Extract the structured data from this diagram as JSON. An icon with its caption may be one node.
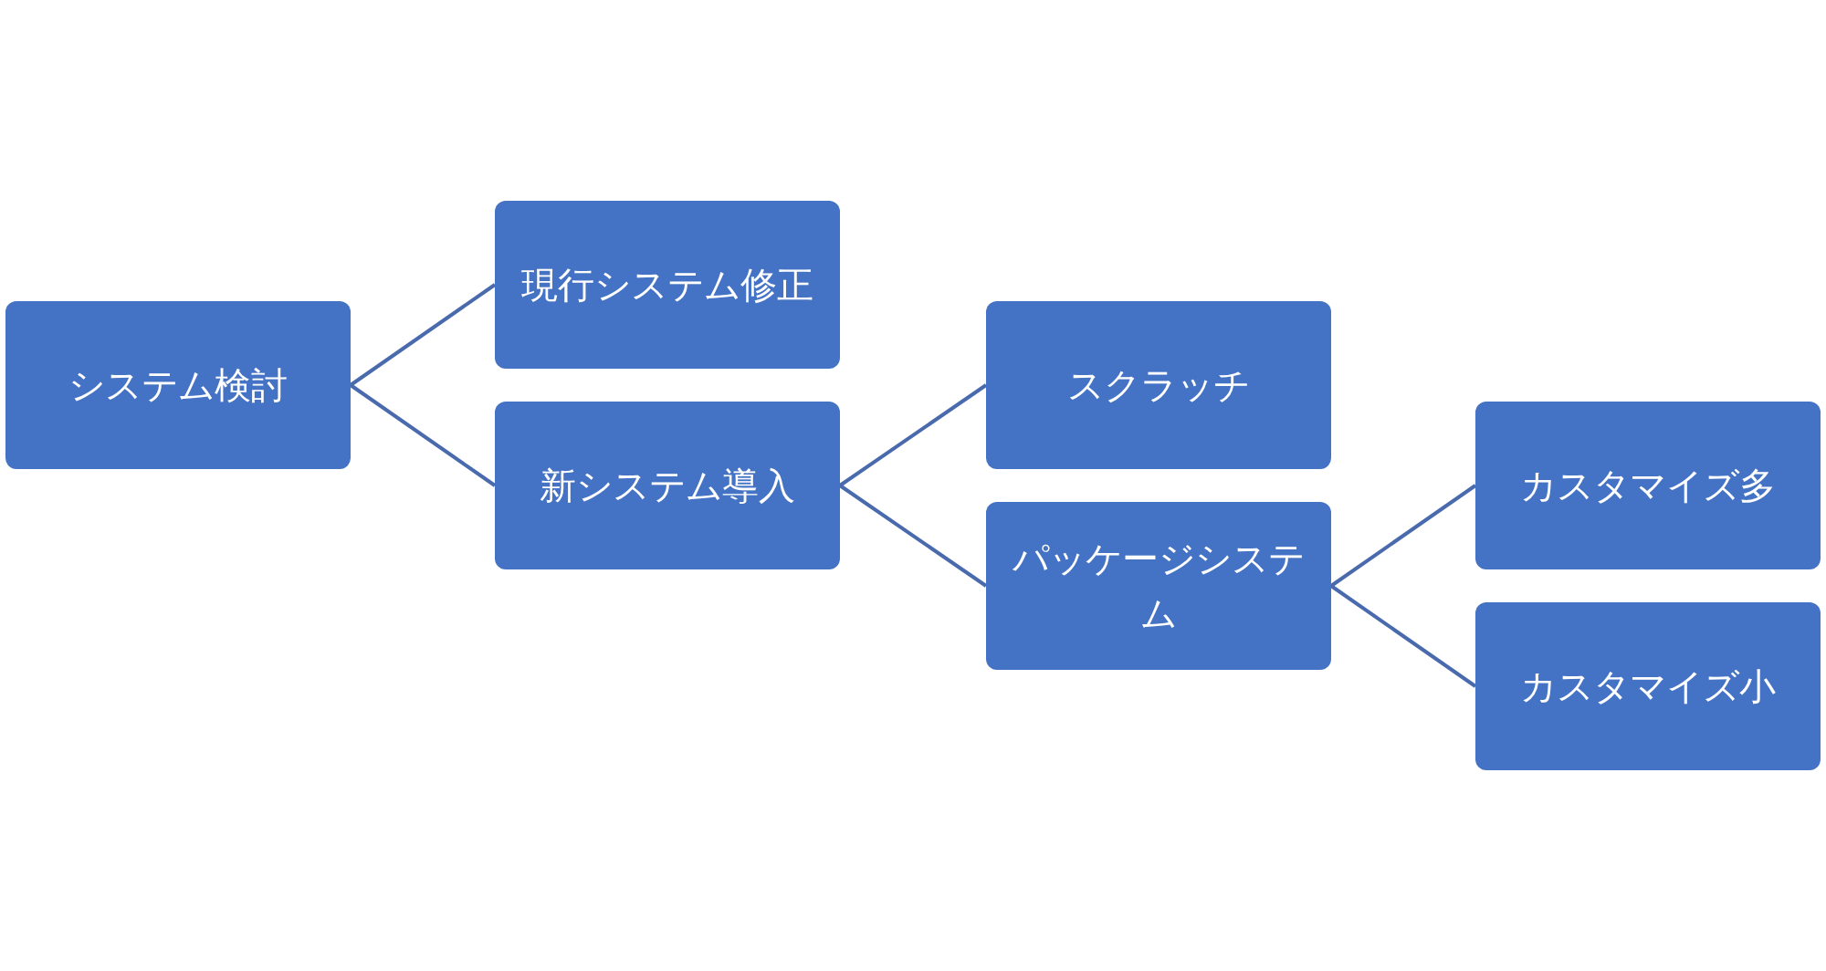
{
  "diagram": {
    "nodes": [
      {
        "text": [
          "システム検討"
        ]
      },
      {
        "text": [
          "現行システム修正"
        ]
      },
      {
        "text": [
          "新システム導入"
        ]
      },
      {
        "text": [
          "スクラッチ"
        ]
      },
      {
        "text": [
          "パッケージシステム"
        ]
      },
      {
        "text": [
          "カスタマイズ多"
        ]
      },
      {
        "text": [
          "カスタマイズ小"
        ]
      }
    ],
    "edges": [
      {
        "from": 0,
        "to": 1,
        "arrow": "none"
      },
      {
        "from": 0,
        "to": 2,
        "arrow": "none"
      },
      {
        "from": 2,
        "to": 3,
        "arrow": "none"
      },
      {
        "from": 2,
        "to": 4,
        "arrow": "none"
      },
      {
        "from": 4,
        "to": 5,
        "arrow": "none"
      },
      {
        "from": 4,
        "to": 6,
        "arrow": "none"
      }
    ]
  }
}
